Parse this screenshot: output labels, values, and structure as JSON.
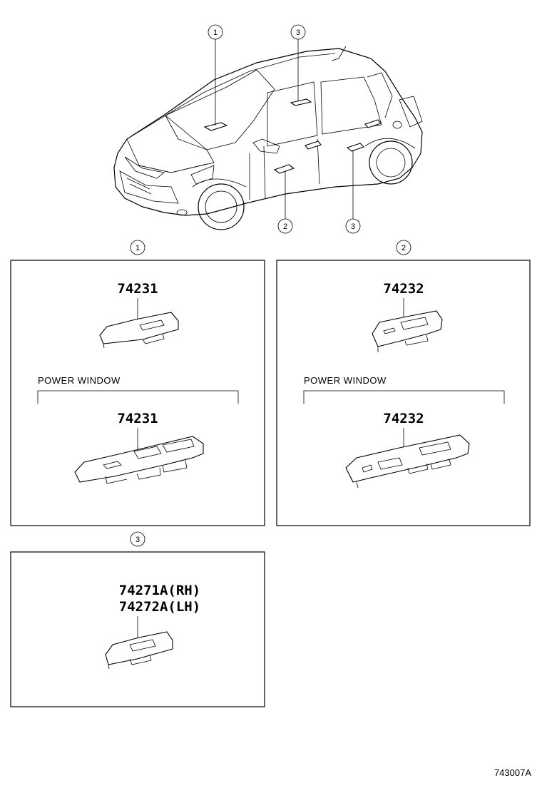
{
  "callouts": {
    "car_top_1": "1",
    "car_top_3": "3",
    "car_bottom_2": "2",
    "car_bottom_3": "3",
    "panel1": "1",
    "panel2": "2",
    "panel3": "3"
  },
  "panels": {
    "p1": {
      "top_part": "74231",
      "section_label": "POWER  WINDOW",
      "bottom_part": "74231"
    },
    "p2": {
      "top_part": "74232",
      "section_label": "POWER  WINDOW",
      "bottom_part": "74232"
    },
    "p3": {
      "part_rh": "74271A(RH)",
      "part_lh": "74272A(LH)"
    }
  },
  "figure_code": "743007A"
}
